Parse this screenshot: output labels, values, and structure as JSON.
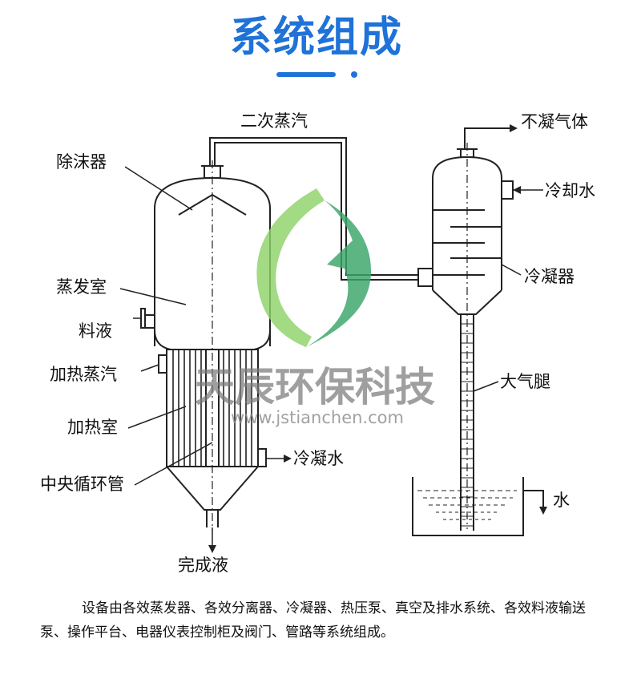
{
  "header": {
    "title": "系统组成"
  },
  "labels": {
    "secondary_steam": "二次蒸汽",
    "demister": "除沫器",
    "evaporation_chamber": "蒸发室",
    "feed_liquid": "料液",
    "heating_steam": "加热蒸汽",
    "heating_chamber": "加热室",
    "central_circulation_tube": "中央循环管",
    "condensate_water": "冷凝水",
    "finished_liquid": "完成液",
    "noncondensable_gas": "不凝气体",
    "cooling_water": "冷却水",
    "condenser": "冷凝器",
    "barometric_leg": "大气腿",
    "water": "水"
  },
  "watermark": {
    "company": "天辰环保科技",
    "url": "www.jstianchen.com",
    "logo_colors": [
      "#8fd36a",
      "#3aa66a"
    ]
  },
  "description": "设备由各效蒸发器、各效分离器、冷凝器、热压泵、真空及排水系统、各效料液输送泵、操作平台、电器仪表控制柜及阀门、管路等系统组成。"
}
